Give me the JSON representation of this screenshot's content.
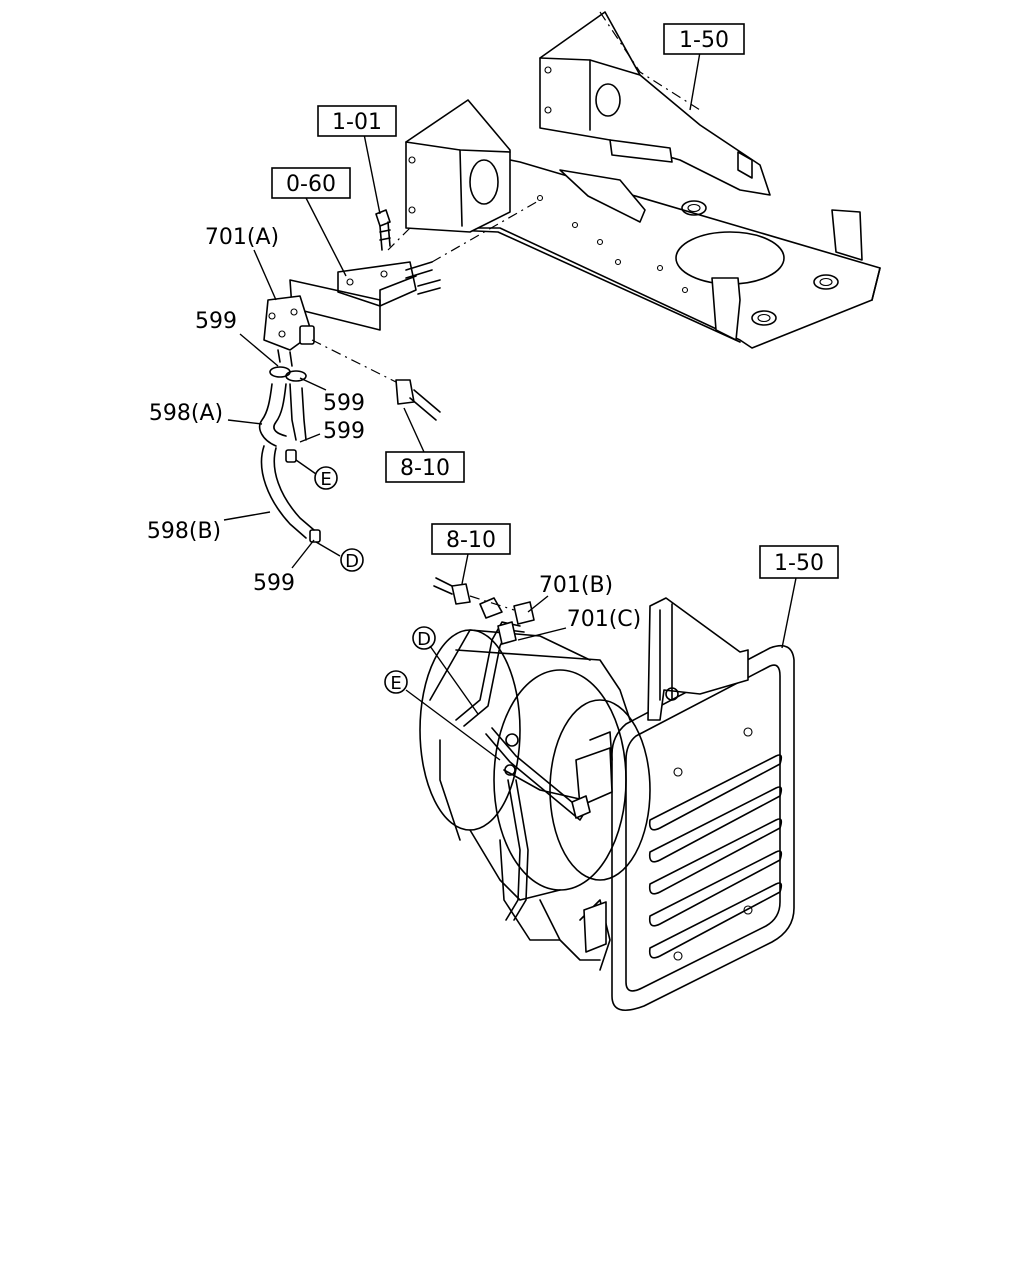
{
  "refs": {
    "r150_top": "1-50",
    "r101": "1-01",
    "r060": "0-60",
    "r810_a": "8-10",
    "r810_b": "8-10",
    "r150_bottom": "1-50"
  },
  "parts": {
    "p701a": "701(A)",
    "p599_a": "599",
    "p599_b": "599",
    "p599_c": "599",
    "p599_d": "599",
    "p598a": "598(A)",
    "p598b": "598(B)",
    "p701b": "701(B)",
    "p701c": "701(C)"
  },
  "markers": {
    "e_upper": "E",
    "d_upper": "D",
    "d_lower": "D",
    "e_lower": "E"
  }
}
